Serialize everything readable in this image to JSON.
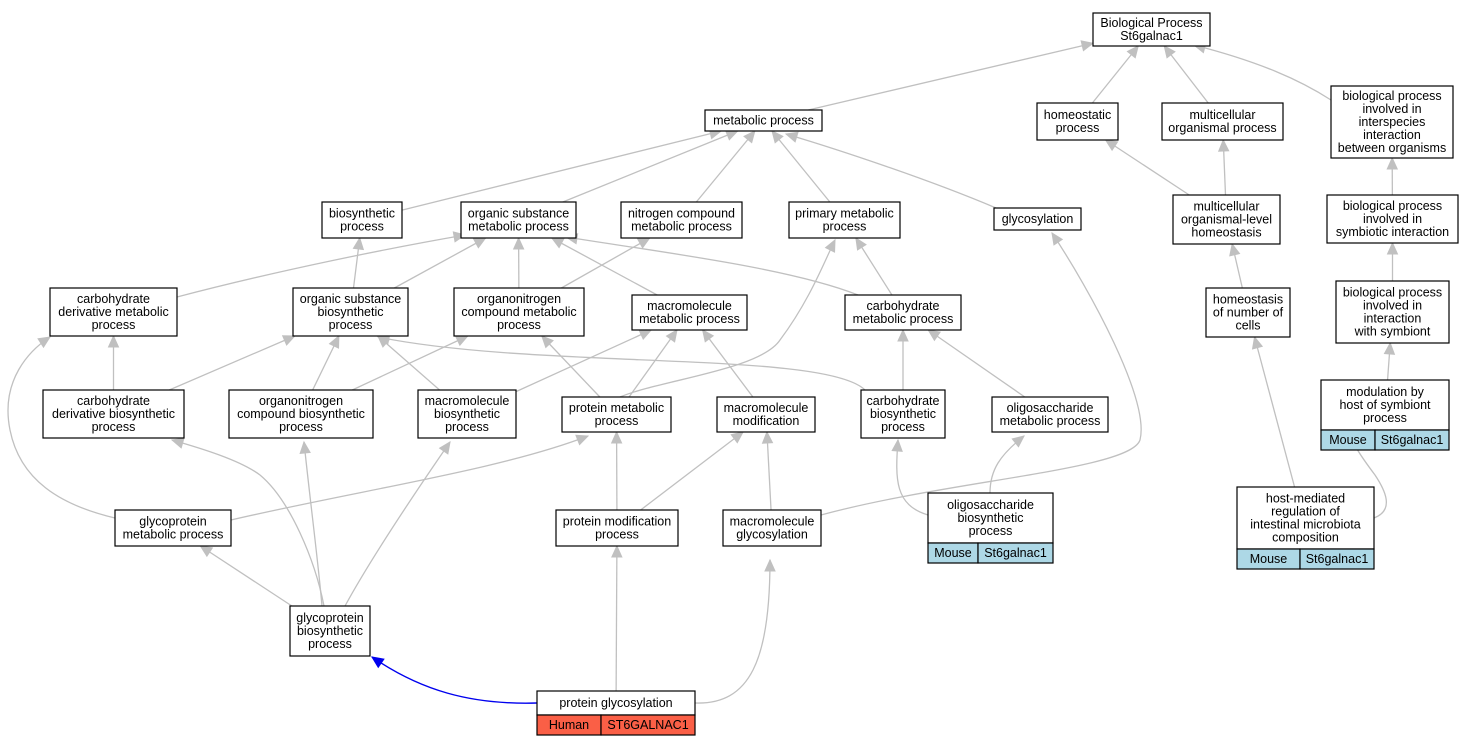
{
  "colors": {
    "mouse_cell": "#add8e6",
    "human_cell": "#fa5f46",
    "edge": "#c0c0c0",
    "highlight_edge": "#0000ee"
  },
  "nodes": {
    "bp_root": [
      "Biological Process",
      "St6galnac1"
    ],
    "metabolic": [
      "metabolic process"
    ],
    "homeostatic": [
      "homeostatic",
      "process"
    ],
    "multicellular": [
      "multicellular",
      "organismal process"
    ],
    "interspecies": [
      "biological process",
      "involved in",
      "interspecies",
      "interaction",
      "between organisms"
    ],
    "biosynthetic": [
      "biosynthetic",
      "process"
    ],
    "organic_substance_met": [
      "organic substance",
      "metabolic process"
    ],
    "nitrogen_compound_met": [
      "nitrogen compound",
      "metabolic process"
    ],
    "primary_met": [
      "primary metabolic",
      "process"
    ],
    "glycosylation": [
      "glycosylation"
    ],
    "multicell_homeostasis": [
      "multicellular",
      "organismal-level",
      "homeostasis"
    ],
    "symbiotic_interaction": [
      "biological process",
      "involved in",
      "symbiotic interaction"
    ],
    "carb_deriv_met": [
      "carbohydrate",
      "derivative metabolic",
      "process"
    ],
    "organic_substance_bio": [
      "organic substance",
      "biosynthetic",
      "process"
    ],
    "organonitrogen_met": [
      "organonitrogen",
      "compound metabolic",
      "process"
    ],
    "macromolecule_met": [
      "macromolecule",
      "metabolic process"
    ],
    "carb_met": [
      "carbohydrate",
      "metabolic process"
    ],
    "homeostasis_cells": [
      "homeostasis",
      "of number of",
      "cells"
    ],
    "interaction_symbiont": [
      "biological process",
      "involved in",
      "interaction",
      "with symbiont"
    ],
    "carb_deriv_bio": [
      "carbohydrate",
      "derivative biosynthetic",
      "process"
    ],
    "organonitrogen_bio": [
      "organonitrogen",
      "compound biosynthetic",
      "process"
    ],
    "macromolecule_bio": [
      "macromolecule",
      "biosynthetic",
      "process"
    ],
    "protein_met": [
      "protein metabolic",
      "process"
    ],
    "macromolecule_mod": [
      "macromolecule",
      "modification"
    ],
    "carb_bio": [
      "carbohydrate",
      "biosynthetic",
      "process"
    ],
    "oligosaccharide_met": [
      "oligosaccharide",
      "metabolic process"
    ],
    "modulation_host": [
      "modulation by",
      "host of symbiont",
      "process"
    ],
    "glycoprotein_met": [
      "glycoprotein",
      "metabolic process"
    ],
    "protein_mod": [
      "protein modification",
      "process"
    ],
    "macromolecule_glyco": [
      "macromolecule",
      "glycosylation"
    ],
    "oligosaccharide_bio": [
      "oligosaccharide",
      "biosynthetic",
      "process"
    ],
    "host_mediated": [
      "host-mediated",
      "regulation of",
      "intestinal microbiota",
      "composition"
    ],
    "glycoprotein_bio": [
      "glycoprotein",
      "biosynthetic",
      "process"
    ],
    "protein_glyco": [
      "protein glycosylation"
    ]
  },
  "annotations": {
    "modulation_host": [
      "Mouse",
      "St6galnac1"
    ],
    "oligosaccharide_bio": [
      "Mouse",
      "St6galnac1"
    ],
    "host_mediated": [
      "Mouse",
      "St6galnac1"
    ],
    "protein_glyco": [
      "Human",
      "ST6GALNAC1"
    ]
  },
  "edges": [
    [
      "metabolic",
      "bp_root"
    ],
    [
      "homeostatic",
      "bp_root"
    ],
    [
      "multicellular",
      "bp_root"
    ],
    [
      "interspecies",
      "bp_root"
    ],
    [
      "biosynthetic",
      "metabolic"
    ],
    [
      "organic_substance_met",
      "metabolic"
    ],
    [
      "nitrogen_compound_met",
      "metabolic"
    ],
    [
      "primary_met",
      "metabolic"
    ],
    [
      "glycosylation",
      "metabolic"
    ],
    [
      "multicell_homeostasis",
      "homeostatic"
    ],
    [
      "multicell_homeostasis",
      "multicellular"
    ],
    [
      "symbiotic_interaction",
      "interspecies"
    ],
    [
      "homeostasis_cells",
      "multicell_homeostasis"
    ],
    [
      "interaction_symbiont",
      "symbiotic_interaction"
    ],
    [
      "modulation_host",
      "interaction_symbiont"
    ],
    [
      "host_mediated",
      "homeostasis_cells"
    ],
    [
      "host_mediated",
      "modulation_host"
    ],
    [
      "carb_deriv_met",
      "organic_substance_met"
    ],
    [
      "organic_substance_bio",
      "biosynthetic"
    ],
    [
      "organic_substance_bio",
      "organic_substance_met"
    ],
    [
      "organonitrogen_met",
      "organic_substance_met"
    ],
    [
      "organonitrogen_met",
      "nitrogen_compound_met"
    ],
    [
      "macromolecule_met",
      "organic_substance_met"
    ],
    [
      "carb_met",
      "organic_substance_met"
    ],
    [
      "carb_met",
      "primary_met"
    ],
    [
      "carb_deriv_bio",
      "carb_deriv_met"
    ],
    [
      "carb_deriv_bio",
      "organic_substance_bio"
    ],
    [
      "organonitrogen_bio",
      "organic_substance_bio"
    ],
    [
      "organonitrogen_bio",
      "organonitrogen_met"
    ],
    [
      "macromolecule_bio",
      "organic_substance_bio"
    ],
    [
      "macromolecule_bio",
      "macromolecule_met"
    ],
    [
      "protein_met",
      "organonitrogen_met"
    ],
    [
      "protein_met",
      "macromolecule_met"
    ],
    [
      "protein_met",
      "primary_met"
    ],
    [
      "macromolecule_mod",
      "macromolecule_met"
    ],
    [
      "carb_bio",
      "carb_met"
    ],
    [
      "carb_bio",
      "organic_substance_bio"
    ],
    [
      "oligosaccharide_met",
      "carb_met"
    ],
    [
      "glycoprotein_met",
      "carb_deriv_met"
    ],
    [
      "glycoprotein_met",
      "protein_met"
    ],
    [
      "protein_mod",
      "protein_met"
    ],
    [
      "protein_mod",
      "macromolecule_mod"
    ],
    [
      "macromolecule_glyco",
      "macromolecule_mod"
    ],
    [
      "macromolecule_glyco",
      "glycosylation"
    ],
    [
      "oligosaccharide_bio",
      "carb_bio"
    ],
    [
      "oligosaccharide_bio",
      "oligosaccharide_met"
    ],
    [
      "glycoprotein_bio",
      "glycoprotein_met"
    ],
    [
      "glycoprotein_bio",
      "carb_deriv_bio"
    ],
    [
      "glycoprotein_bio",
      "organonitrogen_bio"
    ],
    [
      "glycoprotein_bio",
      "macromolecule_bio"
    ],
    [
      "protein_glyco",
      "glycoprotein_bio",
      "highlight"
    ],
    [
      "protein_glyco",
      "protein_mod"
    ],
    [
      "protein_glyco",
      "macromolecule_glyco"
    ]
  ]
}
